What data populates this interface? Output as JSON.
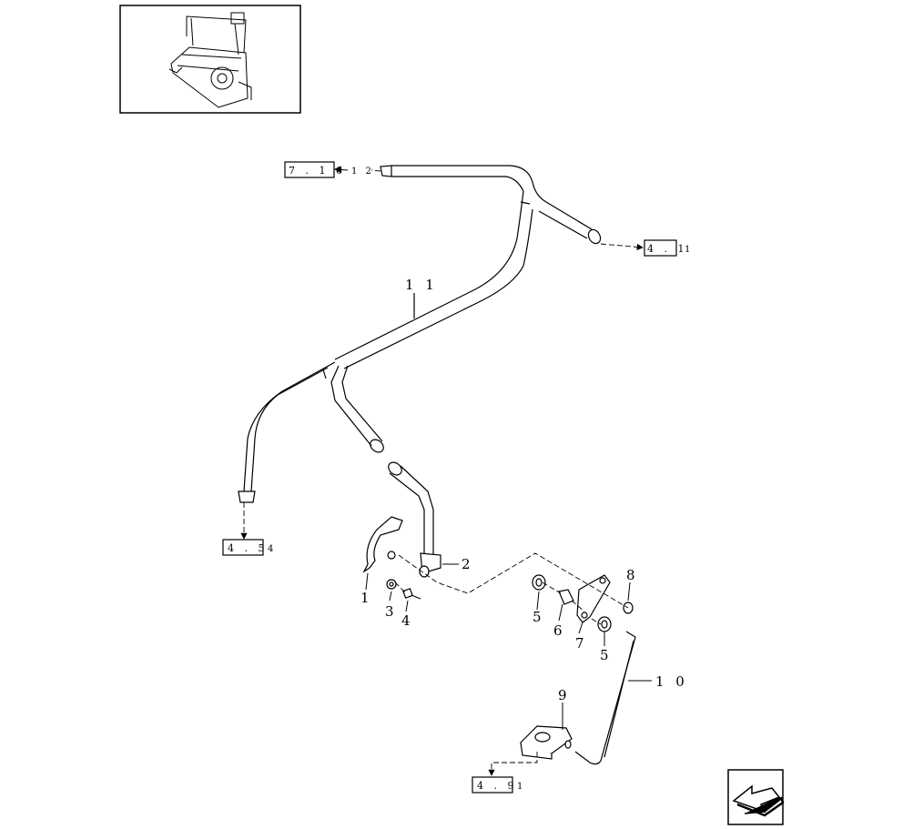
{
  "refs": {
    "r716": "7 . 1 6",
    "r716_suffix": "1 2",
    "r41": "4 . 1",
    "r41_suffix": "1",
    "r45": "4 . 5",
    "r45_suffix": "4",
    "r49": "4 . 9",
    "r49_suffix": "1"
  },
  "callouts": {
    "c1": "1",
    "c2": "2",
    "c3": "3",
    "c4": "4",
    "c5a": "5",
    "c5b": "5",
    "c6": "6",
    "c7": "7",
    "c8": "8",
    "c9": "9",
    "c10": "1 0",
    "c11": "1 1"
  },
  "icons": {
    "thumbnail": "machine-overview-thumbnail",
    "nav": "previous-page-arrow-icon"
  },
  "colors": {
    "line": "#000000",
    "background": "#ffffff"
  }
}
